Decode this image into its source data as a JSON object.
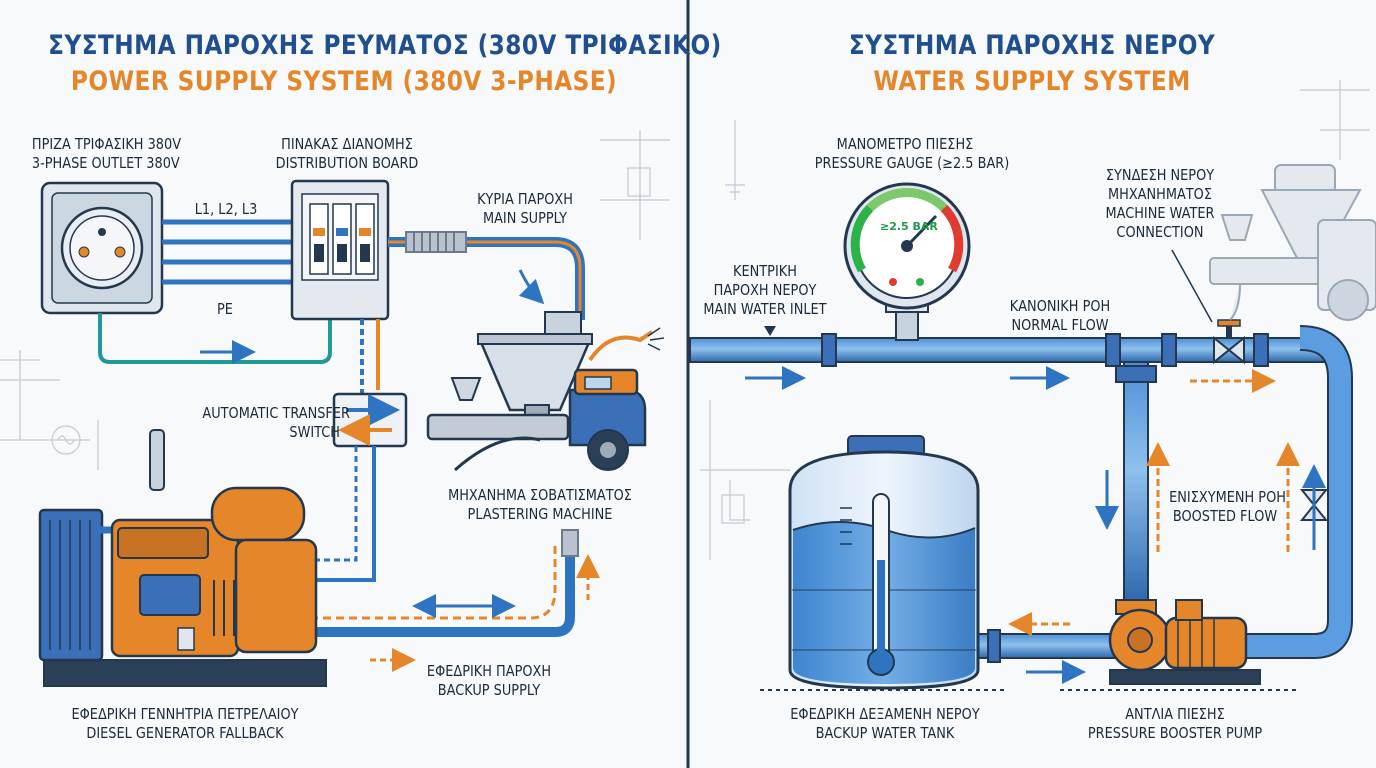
{
  "power": {
    "title_gr": "ΣΥΣΤΗΜΑ ΠΑΡΟΧΗΣ ΡΕΥΜΑΤΟΣ (380V ΤΡΙΦΑΣΙΚΟ)",
    "title_en": "POWER SUPPLY SYSTEM (380V 3-PHASE)",
    "outlet": {
      "gr": "ΠΡΙΖΑ ΤΡΙΦΑΣΙΚΗ 380V",
      "en": "3-PHASE OUTLET 380V"
    },
    "board": {
      "gr": "ΠΙΝΑΚΑΣ ΔΙΑΝΟΜΗΣ",
      "en": "DISTRIBUTION BOARD"
    },
    "phases": "L1, L2, L3",
    "earth": "PE",
    "main_supply": {
      "gr": "ΚΥΡΙΑ ΠΑΡΟΧΗ",
      "en": "MAIN SUPPLY"
    },
    "ats": {
      "line1": "AUTOMATIC TRANSFER",
      "line2": "SWITCH"
    },
    "machine": {
      "gr": "ΜΗΧΑΝΗΜΑ ΣΟΒΑΤΙΣΜΑΤΟΣ",
      "en": "PLASTERING MACHINE"
    },
    "backup_supply": {
      "gr": "ΕΦΕΔΡΙΚΗ ΠΑΡΟΧΗ",
      "en": "BACKUP SUPPLY"
    },
    "generator": {
      "gr": "ΕΦΕΔΡΙΚΗ ΓΕΝΝΗΤΡΙΑ ΠΕΤΡΕΛΑΙΟΥ",
      "en": "DIESEL GENERATOR FALLBACK"
    }
  },
  "water": {
    "title_gr": "ΣΥΣΤΗΜΑ ΠΑΡΟΧΗΣ ΝΕΡΟΥ",
    "title_en": "WATER SUPPLY SYSTEM",
    "gauge": {
      "gr": "ΜΑΝΟΜΕΤΡΟ ΠΙΕΣΗΣ",
      "en": "PRESSURE GAUGE (≥2.5 BAR)",
      "dial": "≥2.5 BAR"
    },
    "machine_conn": {
      "l1": "ΣΥΝΔΕΣΗ ΝΕΡΟΥ",
      "l2": "ΜΗΧΑΝΗΜΑΤΟΣ",
      "l3": "MACHINE WATER",
      "l4": "CONNECTION"
    },
    "inlet": {
      "l1": "ΚΕΝΤΡΙΚΗ",
      "l2": "ΠΑΡΟΧΗ ΝΕΡΟΥ",
      "l3": "MAIN WATER INLET"
    },
    "normal_flow": {
      "gr": "ΚΑΝΟΝΙΚΗ ΡΟΗ",
      "en": "NORMAL FLOW"
    },
    "boosted_flow": {
      "gr": "ΕΝΙΣΧΥΜΕΝΗ ΡΟΗ",
      "en": "BOOSTED FLOW"
    },
    "tank": {
      "gr": "ΕΦΕΔΡΙΚΗ ΔΕΞΑΜΕΝΗ ΝΕΡΟΥ",
      "en": "BACKUP WATER TANK"
    },
    "pump": {
      "gr": "ΑΝΤΛΙΑ ΠΙΕΣΗΣ",
      "en": "PRESSURE BOOSTER PUMP"
    }
  },
  "colors": {
    "blue": "#2f74c0",
    "orange": "#e6862a",
    "navy": "#1f4f8f",
    "outline": "#23384f"
  }
}
